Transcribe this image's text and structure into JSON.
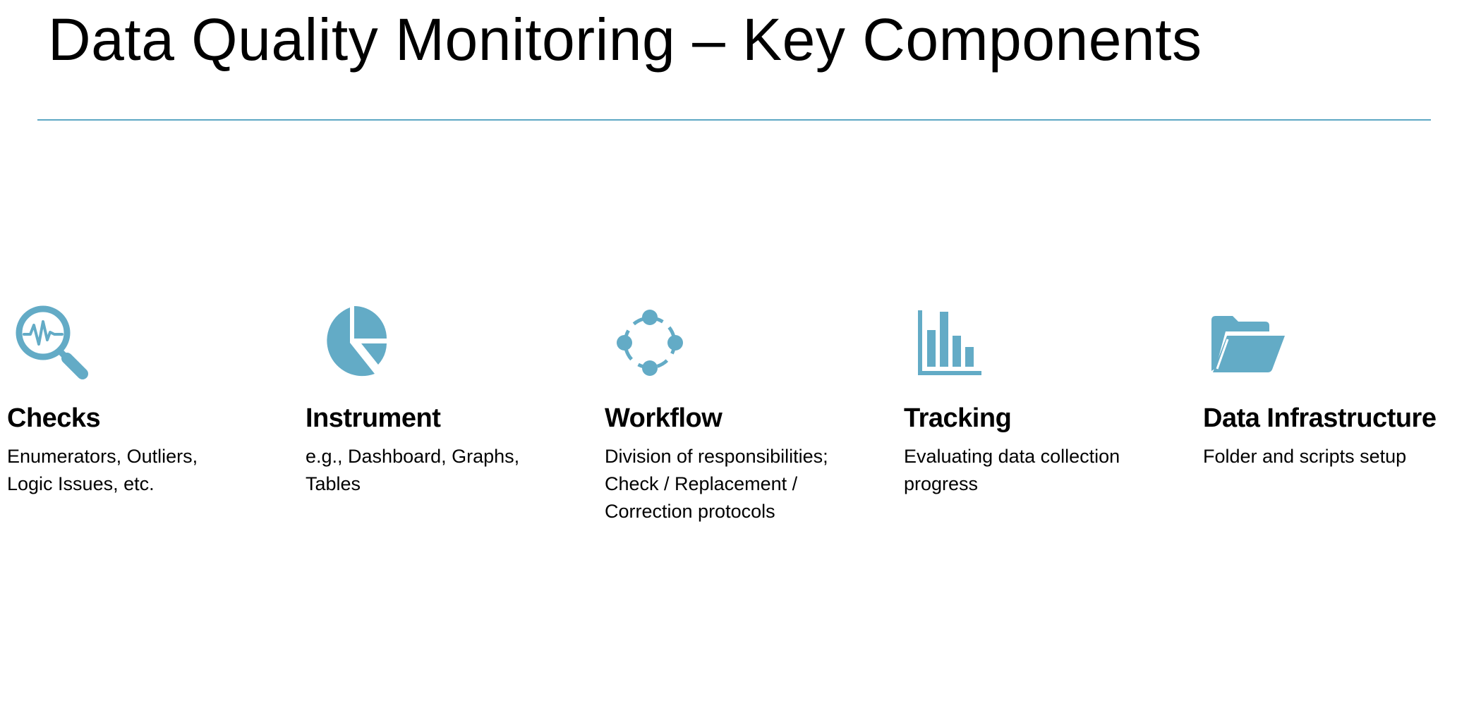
{
  "slide": {
    "title": "Data Quality Monitoring – Key Components",
    "accent_color": "#5ea8c4",
    "icon_color": "#63abc6"
  },
  "components": [
    {
      "title": "Checks",
      "description": "Enumerators, Outliers,\nLogic Issues, etc.",
      "icon": "magnifier-pulse-icon"
    },
    {
      "title": "Instrument",
      "description": "e.g., Dashboard, Graphs,\nTables",
      "icon": "pie-chart-icon"
    },
    {
      "title": "Workflow",
      "description": "Division of responsibilities;\nCheck / Replacement /\nCorrection protocols",
      "icon": "cycle-dots-icon"
    },
    {
      "title": "Tracking",
      "description": "Evaluating data collection\nprogress",
      "icon": "bar-chart-icon"
    },
    {
      "title": "Data Infrastructure",
      "description": "Folder and scripts setup",
      "icon": "open-folder-icon"
    }
  ]
}
